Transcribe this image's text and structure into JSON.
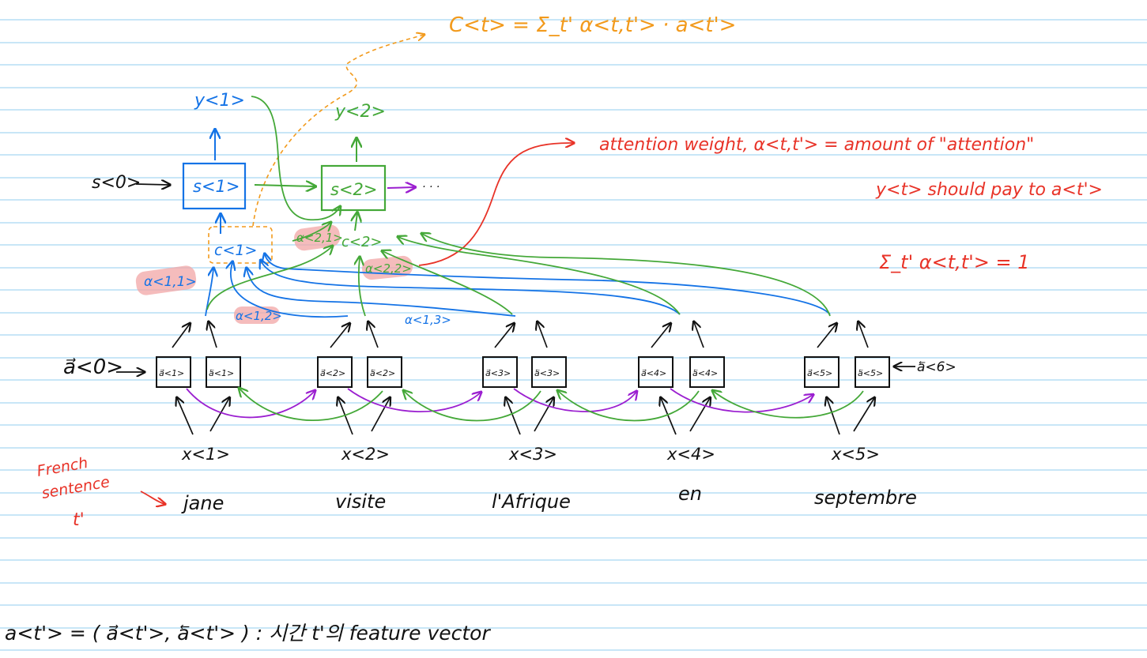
{
  "colors": {
    "rule_line": "#a6d8f2",
    "blue": "#1473e6",
    "green": "#44a838",
    "red": "#e83328",
    "orange": "#f29a1c",
    "purple": "#9b1fd0",
    "highlight": "#f2a6a6",
    "ink": "#111111"
  },
  "top_formula": "C<t> = Σ_t' α<t,t'> · a<t'>",
  "decoder": {
    "s0_label": "s<0>",
    "s1_label": "s<1>",
    "s2_label": "s<2>",
    "y1_label": "y<1>",
    "y2_label": "y<2>",
    "c1_label": "c<1>",
    "c2_label": "c<2>",
    "continuation": "· · ·"
  },
  "alpha_labels": {
    "a11": "α<1,1>",
    "a12": "α<1,2>",
    "a13": "α<1,3>",
    "a21": "α<2,1>",
    "a22": "α<2,2>"
  },
  "annotations": {
    "attention_line1": "attention weight, α<t,t'> = amount of \"attention\"",
    "attention_line2": "y<t> should pay to a<t'>",
    "sum_rule": "Σ_t' α<t,t'> = 1",
    "french_sentence_1": "French",
    "french_sentence_2": "sentence",
    "t_prime": "t'"
  },
  "encoder": {
    "initial_forward": "a⃗<0>",
    "initial_backward": "a⃖<6>",
    "forward_cells": [
      "a⃗<1>",
      "a⃗<2>",
      "a⃗<3>",
      "a⃗<4>",
      "a⃗<5>"
    ],
    "backward_cells": [
      "a⃖<1>",
      "a⃖<2>",
      "a⃖<3>",
      "a⃖<4>",
      "a⃖<5>"
    ],
    "inputs": [
      "x<1>",
      "x<2>",
      "x<3>",
      "x<4>",
      "x<5>"
    ],
    "words": [
      "jane",
      "visite",
      "l'Afrique",
      "en",
      "septembre"
    ]
  },
  "bottom_definition": "a<t'> = ( a⃗<t'>, a⃖<t'> )  : 시간 t'의 feature vector"
}
